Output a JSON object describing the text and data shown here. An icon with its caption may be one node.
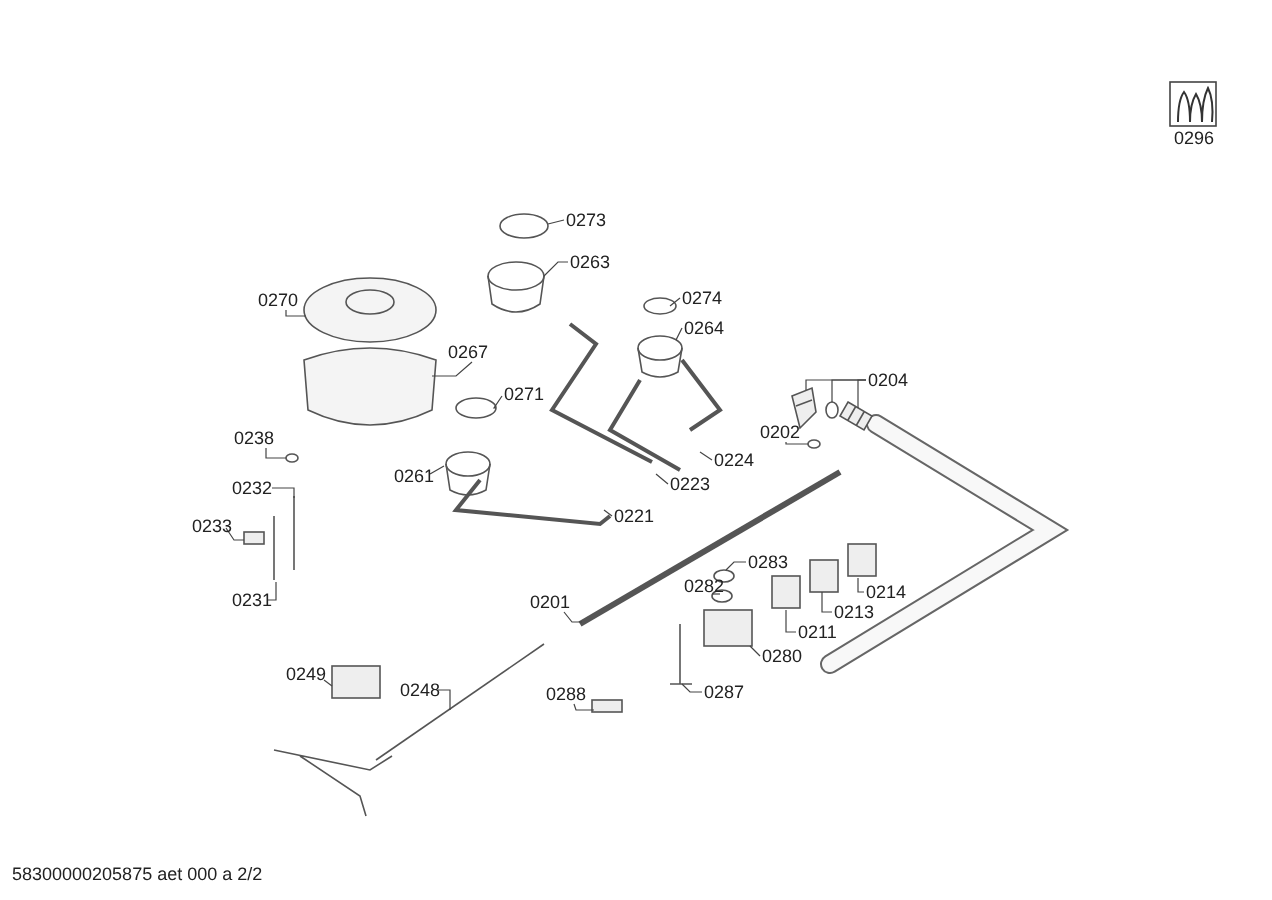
{
  "diagram": {
    "nodes": [
      {
        "text": [
          "0273"
        ]
      },
      {
        "text": [
          "0263"
        ]
      },
      {
        "text": [
          "0270"
        ]
      },
      {
        "text": [
          "0274"
        ]
      },
      {
        "text": [
          "0264"
        ]
      },
      {
        "text": [
          "0267"
        ]
      },
      {
        "text": [
          "0271"
        ]
      },
      {
        "text": [
          "0204"
        ]
      },
      {
        "text": [
          "0238"
        ]
      },
      {
        "text": [
          "0202"
        ]
      },
      {
        "text": [
          "0232"
        ]
      },
      {
        "text": [
          "0261"
        ]
      },
      {
        "text": [
          "0224"
        ]
      },
      {
        "text": [
          "0223"
        ]
      },
      {
        "text": [
          "0233"
        ]
      },
      {
        "text": [
          "0221"
        ]
      },
      {
        "text": [
          "0283"
        ]
      },
      {
        "text": [
          "0201"
        ]
      },
      {
        "text": [
          "0282"
        ]
      },
      {
        "text": [
          "0214"
        ]
      },
      {
        "text": [
          "0213"
        ]
      },
      {
        "text": [
          "0211"
        ]
      },
      {
        "text": [
          "0231"
        ]
      },
      {
        "text": [
          "0280"
        ]
      },
      {
        "text": [
          "0249"
        ]
      },
      {
        "text": [
          "0248"
        ]
      },
      {
        "text": [
          "0288"
        ]
      },
      {
        "text": [
          "0287"
        ]
      },
      {
        "text": [],
        "shape": "circle"
      },
      {
        "text": [],
        "shape": "picture"
      },
      {
        "text": [],
        "shape": "circle"
      },
      {
        "text": [],
        "shape": "picture"
      },
      {
        "text": [],
        "shape": "circle"
      },
      {
        "text": [],
        "shape": "box"
      }
    ],
    "edges": [
      {
        "from": 0,
        "to": 28,
        "arrow": "none"
      },
      {
        "from": 1,
        "to": null,
        "arrow": "none"
      },
      {
        "from": 2,
        "to": null,
        "arrow": "none"
      },
      {
        "from": 3,
        "to": null,
        "arrow": "none"
      },
      {
        "from": 4,
        "to": null,
        "arrow": "none"
      },
      {
        "from": 5,
        "to": null,
        "arrow": "none"
      },
      {
        "from": 6,
        "to": null,
        "arrow": "none"
      },
      {
        "from": 7,
        "to": 29,
        "arrow": "none"
      },
      {
        "from": 8,
        "to": null,
        "arrow": "none"
      },
      {
        "from": 9,
        "to": null,
        "arrow": "none"
      },
      {
        "from": 10,
        "to": null,
        "arrow": "none"
      },
      {
        "from": 11,
        "to": null,
        "arrow": "none"
      },
      {
        "from": 12,
        "to": null,
        "arrow": "none"
      },
      {
        "from": 13,
        "to": null,
        "arrow": "none"
      },
      {
        "from": 14,
        "to": null,
        "arrow": "none"
      },
      {
        "from": 15,
        "to": null,
        "arrow": "none"
      },
      {
        "from": 16,
        "to": 32,
        "arrow": "none"
      },
      {
        "from": 17,
        "to": null,
        "arrow": "none"
      },
      {
        "from": 18,
        "to": null,
        "arrow": "none"
      },
      {
        "from": 19,
        "to": null,
        "arrow": "none"
      },
      {
        "from": 20,
        "to": 33,
        "arrow": "none"
      },
      {
        "from": 21,
        "to": null,
        "arrow": "none"
      },
      {
        "from": 22,
        "to": null,
        "arrow": "none"
      },
      {
        "from": 23,
        "to": null,
        "arrow": "none"
      },
      {
        "from": 24,
        "to": null,
        "arrow": "none"
      },
      {
        "from": 25,
        "to": null,
        "arrow": "none"
      },
      {
        "from": 26,
        "to": null,
        "arrow": "none"
      },
      {
        "from": 27,
        "to": null,
        "arrow": "none"
      },
      {
        "from": 7,
        "to": 30,
        "arrow": "none"
      },
      {
        "from": 7,
        "to": 31,
        "arrow": "none"
      }
    ],
    "labels": [
      "0296",
      "58300000205875 aet 000 a 2/2"
    ]
  }
}
